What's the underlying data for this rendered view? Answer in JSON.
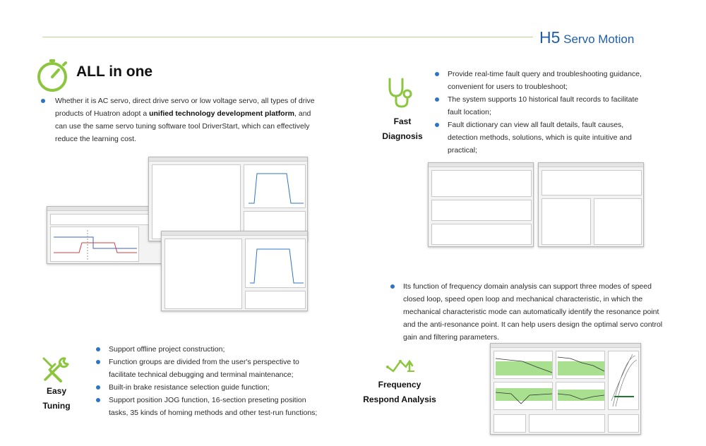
{
  "header": {
    "title_main": "H5",
    "title_sub": " Servo Motion",
    "accent_color": "#1f5ea8",
    "line_color": "#b9d98a"
  },
  "all_in_one": {
    "heading": "ALL in one",
    "icon": "stopwatch-icon",
    "text_before": "Whether it is AC servo, direct drive servo or low voltage servo, all types of drive products of Huatron adopt a ",
    "text_bold": "unified technology development platform",
    "text_after": ", and can use the same servo tuning software tool DriverStart, which can effectively reduce the learning cost."
  },
  "fast_diagnosis": {
    "label_line1": "Fast",
    "label_line2": "Diagnosis",
    "icon": "stethoscope-icon",
    "items": [
      "Provide real-time fault query and troubleshooting guidance, convenient for users to troubleshoot;",
      "The system supports 10 historical fault records to facilitate fault location;",
      "Fault dictionary can view all fault details, fault causes, detection methods, solutions, which is quite intuitive and practical;"
    ]
  },
  "frequency": {
    "label_line1": "Frequency",
    "label_line2": "Respond Analysis",
    "icon": "frequency-check-icon",
    "text": "Its function of frequency domain analysis can support three modes of speed closed loop, speed open loop and mechanical characteristic, in which the mechanical characteristic mode can automatically identify the resonance point and the anti-resonance point. It can help users design the optimal servo control gain and filtering parameters."
  },
  "easy_tuning": {
    "label_line1": "Easy",
    "label_line2": "Tuning",
    "icon": "tools-icon",
    "items": [
      "Support offline project construction;",
      "Function groups are divided from the user's perspective to facilitate technical debugging and terminal maintenance;",
      "Built-in brake resistance selection guide function;",
      "Support position JOG function, 16-section preseting position tasks, 35 kinds of homing methods and other test-run functions;"
    ]
  }
}
